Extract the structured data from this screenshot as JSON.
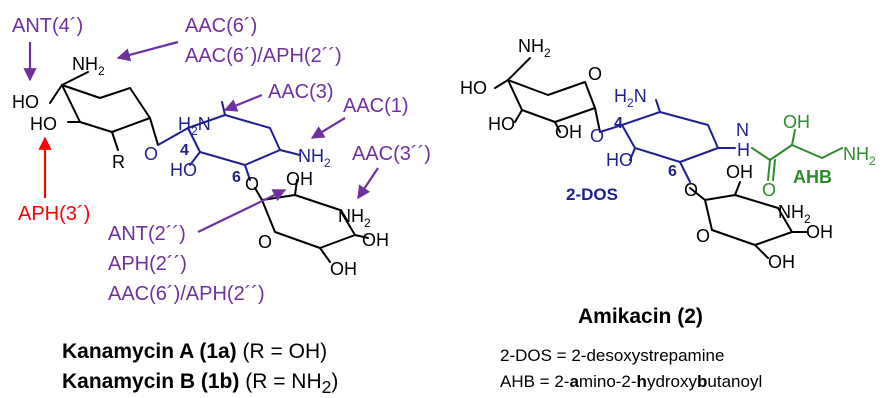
{
  "colors": {
    "enzyme": "#7030A0",
    "aph3": "#FF0000",
    "dos": "#1F1F8F",
    "ahb": "#2E8B2E",
    "ink": "#000000"
  },
  "enzymes": {
    "ant4": "ANT(4´)",
    "aac6": "AAC(6´)",
    "aac6aph2": "AAC(6´)/APH(2´´)",
    "aac3": "AAC(3)",
    "aac1": "AAC(1)",
    "aac3pp": "AAC(3´´)",
    "ant2pp": "ANT(2´´)",
    "aph2pp": "APH(2´´)",
    "aac6aph2b": "AAC(6´)/APH(2´´)",
    "aph3": "APH(3´)"
  },
  "kanamycin_atoms": {
    "nh2_top": "NH",
    "nh2_top_sub": "2",
    "ho1": "HO",
    "ho2": "HO",
    "r": "R",
    "h2n": "H",
    "h2n_sub": "2",
    "h2n_n": "N",
    "pos4": "4",
    "ho3": "HO",
    "nh2_right": "NH",
    "nh2_right_sub": "2",
    "pos6": "6",
    "oh1": "OH",
    "nh2_low": "NH",
    "nh2_low_sub": "2",
    "oh2": "OH",
    "oh3": "OH"
  },
  "amikacin_atoms": {
    "nh2_top": "NH",
    "nh2_top_sub": "2",
    "ho1": "HO",
    "ho2": "HO",
    "oh1": "OH",
    "h2n": "H",
    "h2n_sub": "2",
    "h2n_n": "N",
    "pos4": "4",
    "nh": "N",
    "nh_h": "H",
    "oh_ahb": "OH",
    "o_ahb": "O",
    "ahb_label": "AHB",
    "nh2_end": "NH",
    "nh2_end_sub": "2",
    "ho3": "HO",
    "pos6": "6",
    "dos_label": "2-DOS",
    "oh2": "OH",
    "nh2_low": "NH",
    "nh2_low_sub": "2",
    "oh3": "OH",
    "oh4": "OH"
  },
  "captions": {
    "kan_a_name": "Kanamycin A (1a)",
    "kan_a_r": "(R = OH)",
    "kan_b_name": "Kanamycin B (1b)",
    "kan_b_r_pre": "(R = NH",
    "kan_b_r_sub": "2",
    "kan_b_r_post": ")",
    "amikacin": "Amikacin (2)",
    "dos_def": "2-DOS = 2-desoxystrepamine",
    "ahb_def_pre": "AHB = 2-",
    "ahb_def_a": "a",
    "ahb_def_mid1": "mino-2-",
    "ahb_def_h": "h",
    "ahb_def_mid2": "ydroxy",
    "ahb_def_b": "b",
    "ahb_def_post": "utanoyl"
  }
}
